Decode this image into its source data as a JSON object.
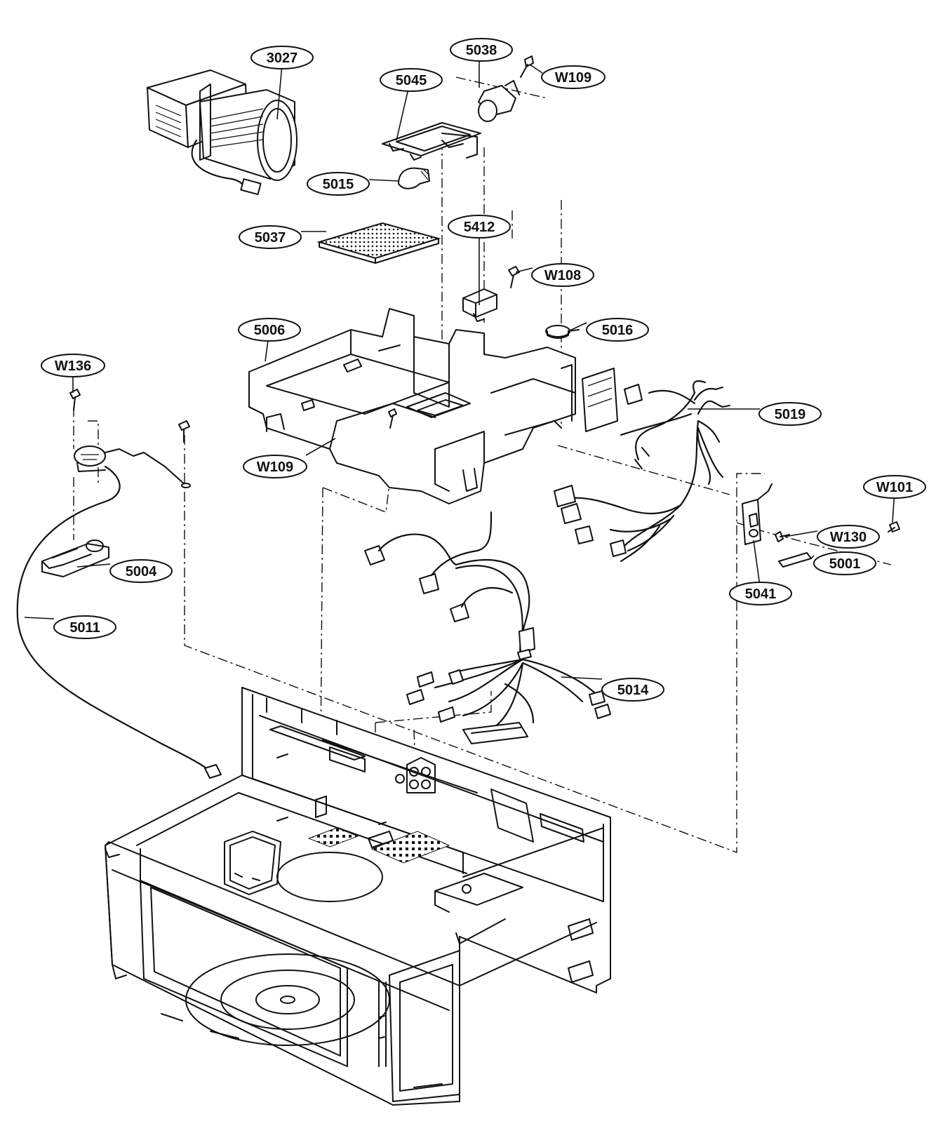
{
  "callouts": [
    {
      "id": "3027",
      "text": "3027"
    },
    {
      "id": "5038",
      "text": "5038"
    },
    {
      "id": "w109-top",
      "text": "W109"
    },
    {
      "id": "5045",
      "text": "5045"
    },
    {
      "id": "5015",
      "text": "5015"
    },
    {
      "id": "5037",
      "text": "5037"
    },
    {
      "id": "5412",
      "text": "5412"
    },
    {
      "id": "w108",
      "text": "W108"
    },
    {
      "id": "5006",
      "text": "5006"
    },
    {
      "id": "5016",
      "text": "5016"
    },
    {
      "id": "w136",
      "text": "W136"
    },
    {
      "id": "5019",
      "text": "5019"
    },
    {
      "id": "w109-mid",
      "text": "W109"
    },
    {
      "id": "w101",
      "text": "W101"
    },
    {
      "id": "w130",
      "text": "W130"
    },
    {
      "id": "5001",
      "text": "5001"
    },
    {
      "id": "5004",
      "text": "5004"
    },
    {
      "id": "5041",
      "text": "5041"
    },
    {
      "id": "5011",
      "text": "5011"
    },
    {
      "id": "5014",
      "text": "5014"
    }
  ]
}
